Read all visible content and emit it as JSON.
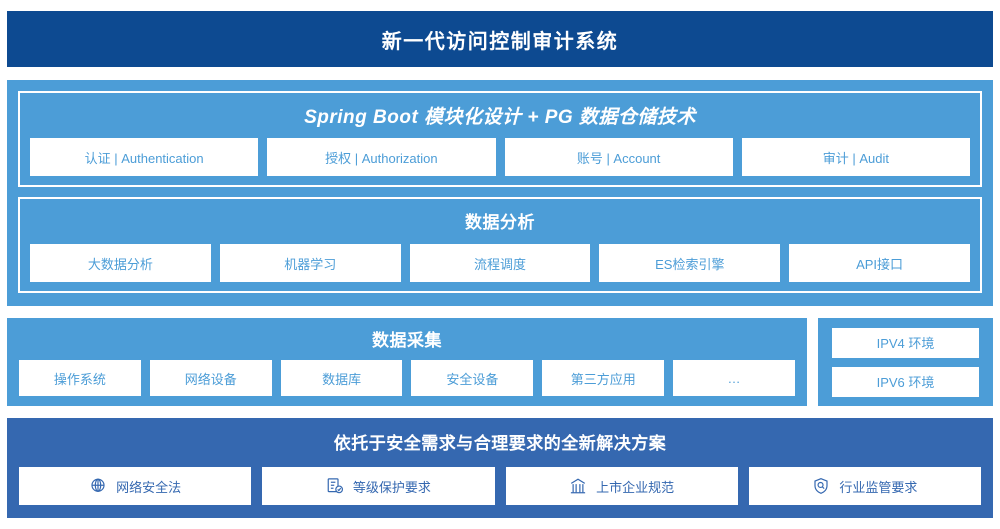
{
  "header": {
    "title": "新一代访问控制审计系统",
    "bg_color": "#0d4a91"
  },
  "colors": {
    "light_blue": "#4c9dd7",
    "dark_blue": "#0d4a91",
    "medium_blue": "#3568b0",
    "card_bg": "#ffffff"
  },
  "platform": {
    "title": "Spring Boot 模块化设计 + PG 数据仓储技术",
    "cards": [
      {
        "label": "认证 | Authentication"
      },
      {
        "label": "授权 | Authorization"
      },
      {
        "label": "账号 | Account"
      },
      {
        "label": "审计 | Audit"
      }
    ]
  },
  "analysis": {
    "title": "数据分析",
    "cards": [
      {
        "label": "大数据分析"
      },
      {
        "label": "机器学习"
      },
      {
        "label": "流程调度"
      },
      {
        "label": "ES检索引擎"
      },
      {
        "label": "API接口"
      }
    ]
  },
  "collection": {
    "title": "数据采集",
    "cards": [
      {
        "label": "操作系统"
      },
      {
        "label": "网络设备"
      },
      {
        "label": "数据库"
      },
      {
        "label": "安全设备"
      },
      {
        "label": "第三方应用"
      },
      {
        "label": "…"
      }
    ]
  },
  "environments": {
    "cards": [
      {
        "label": "IPV4 环境"
      },
      {
        "label": "IPV6 环境"
      }
    ]
  },
  "solution": {
    "title": "依托于安全需求与合理要求的全新解决方案",
    "cards": [
      {
        "label": "网络安全法",
        "icon": "globe-icon"
      },
      {
        "label": "等级保护要求",
        "icon": "document-check-icon"
      },
      {
        "label": "上市企业规范",
        "icon": "bank-building-icon"
      },
      {
        "label": "行业监管要求",
        "icon": "shield-search-icon"
      }
    ]
  }
}
